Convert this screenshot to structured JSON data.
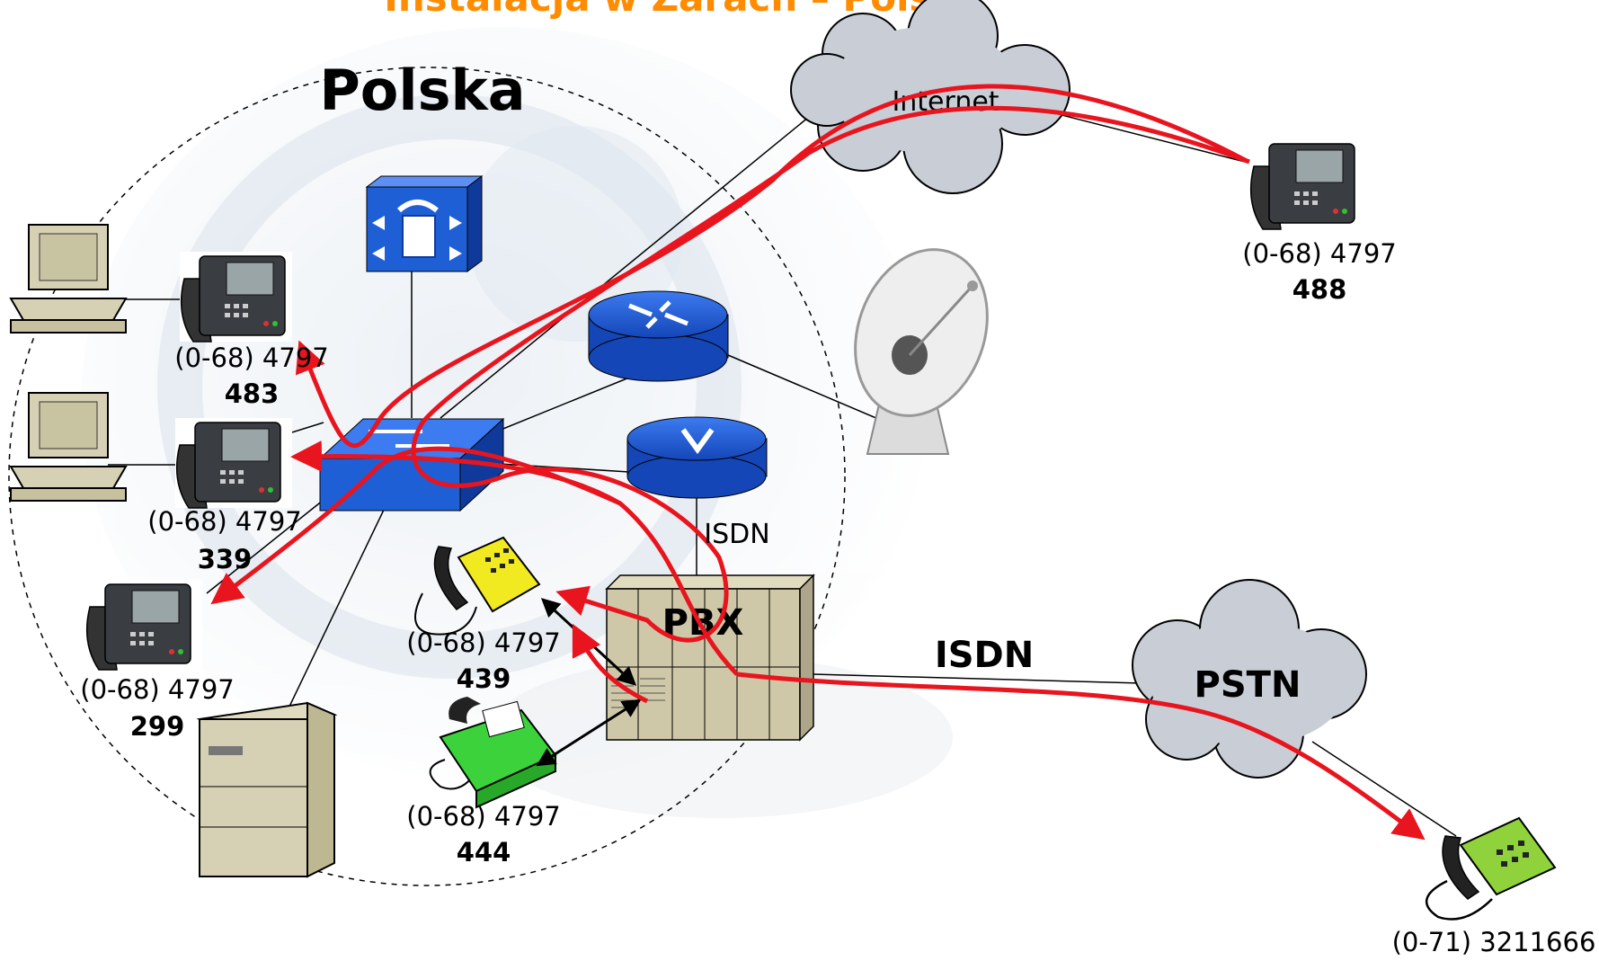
{
  "title": "Instalacja w Żarach – Polska",
  "region_label": "Polska",
  "clouds": {
    "internet": "Internet",
    "pstn": "PSTN"
  },
  "links": {
    "isdn_pbx": "ISDN",
    "isdn_pstn": "ISDN"
  },
  "pbx_label": "PBX",
  "devices": {
    "phone_483": {
      "number": "(0-68) 4797",
      "ext": "483"
    },
    "phone_339": {
      "number": "(0-68) 4797",
      "ext": "339"
    },
    "phone_299": {
      "number": "(0-68) 4797",
      "ext": "299"
    },
    "phone_439": {
      "number": "(0-68) 4797",
      "ext": "439"
    },
    "fax_444": {
      "number": "(0-68) 4797",
      "ext": "444"
    },
    "phone_488": {
      "number": "(0-68) 4797",
      "ext": "488"
    },
    "pstn_phone": {
      "number": "(0-71) 3211666"
    }
  },
  "colors": {
    "call_path": "#e8141e",
    "title": "#ff8c00",
    "cisco_blue": "#1f5fd6",
    "cloud": "#c9ced6",
    "pbx": "#cfc8a8",
    "fax": "#3bd23b",
    "analog_yellow": "#f2ea20",
    "analog_green": "#8fd23b"
  }
}
